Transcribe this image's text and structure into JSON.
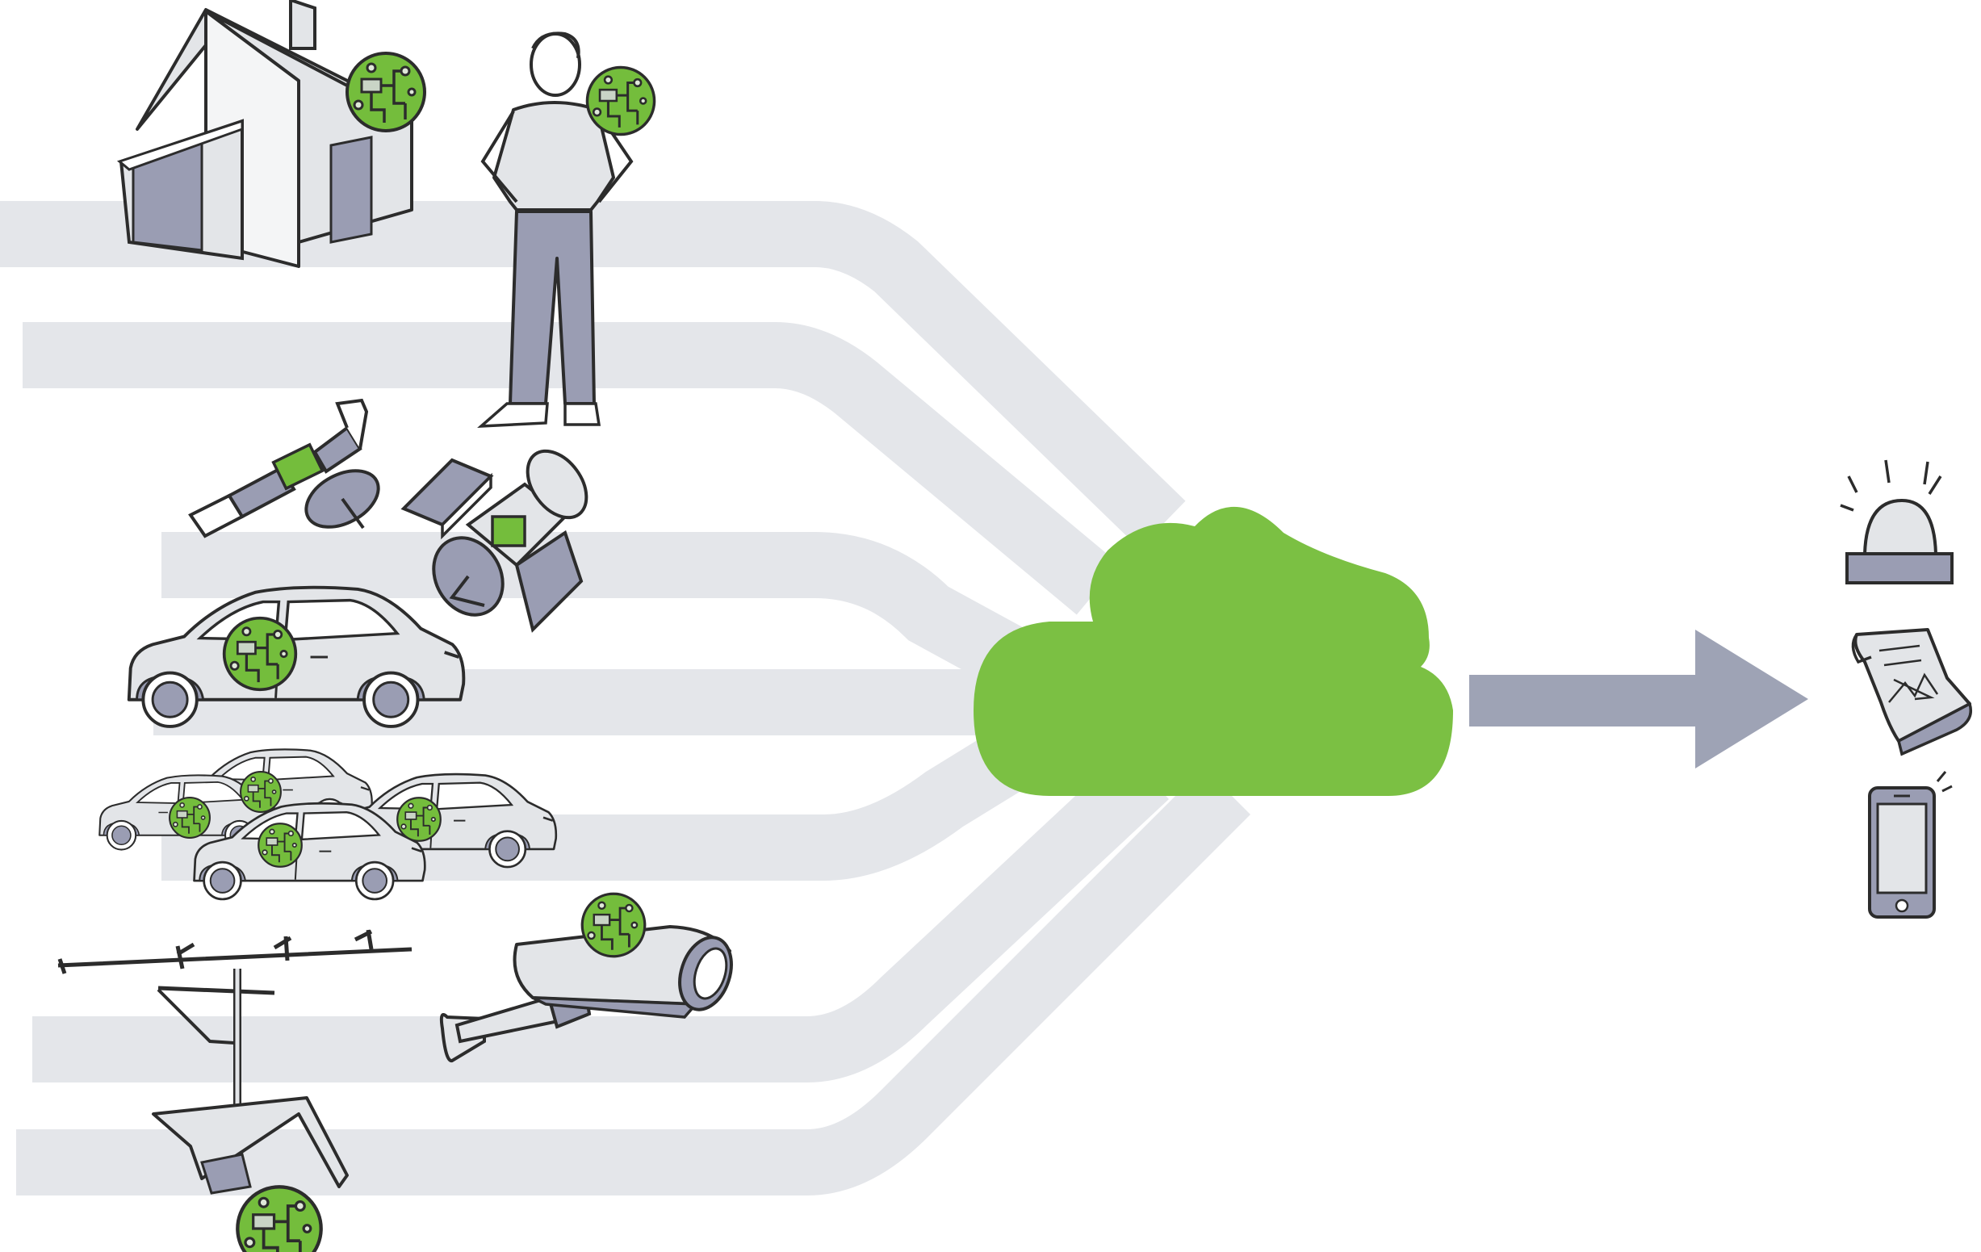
{
  "colors": {
    "background": "#ffffff",
    "flow_band": "#e4e6ea",
    "cloud": "#7bc043",
    "arrow": "#9ea3b5",
    "device_body": "#dfe2e6",
    "device_shade": "#9a9db3",
    "chip": "#74bd3c",
    "ink": "#2c2c2c"
  },
  "sources": [
    {
      "name": "house",
      "icon": "house-icon",
      "has_chip": true
    },
    {
      "name": "person",
      "icon": "person-icon",
      "has_chip": true
    },
    {
      "name": "satellite-small",
      "icon": "satellite-icon",
      "has_chip": true
    },
    {
      "name": "satellite-large",
      "icon": "satellite-icon",
      "has_chip": true
    },
    {
      "name": "car",
      "icon": "car-icon",
      "has_chip": true
    },
    {
      "name": "car-fleet",
      "icon": "car-fleet-icon",
      "has_chip": true
    },
    {
      "name": "tv-antenna",
      "icon": "antenna-icon",
      "has_chip": true
    },
    {
      "name": "security-camera",
      "icon": "camera-icon",
      "has_chip": true
    }
  ],
  "hub": {
    "icon": "cloud-icon"
  },
  "outputs": [
    {
      "name": "alarm-beacon",
      "icon": "alarm-light-icon"
    },
    {
      "name": "report-chart",
      "icon": "report-scroll-icon"
    },
    {
      "name": "smartphone",
      "icon": "smartphone-icon"
    }
  ]
}
